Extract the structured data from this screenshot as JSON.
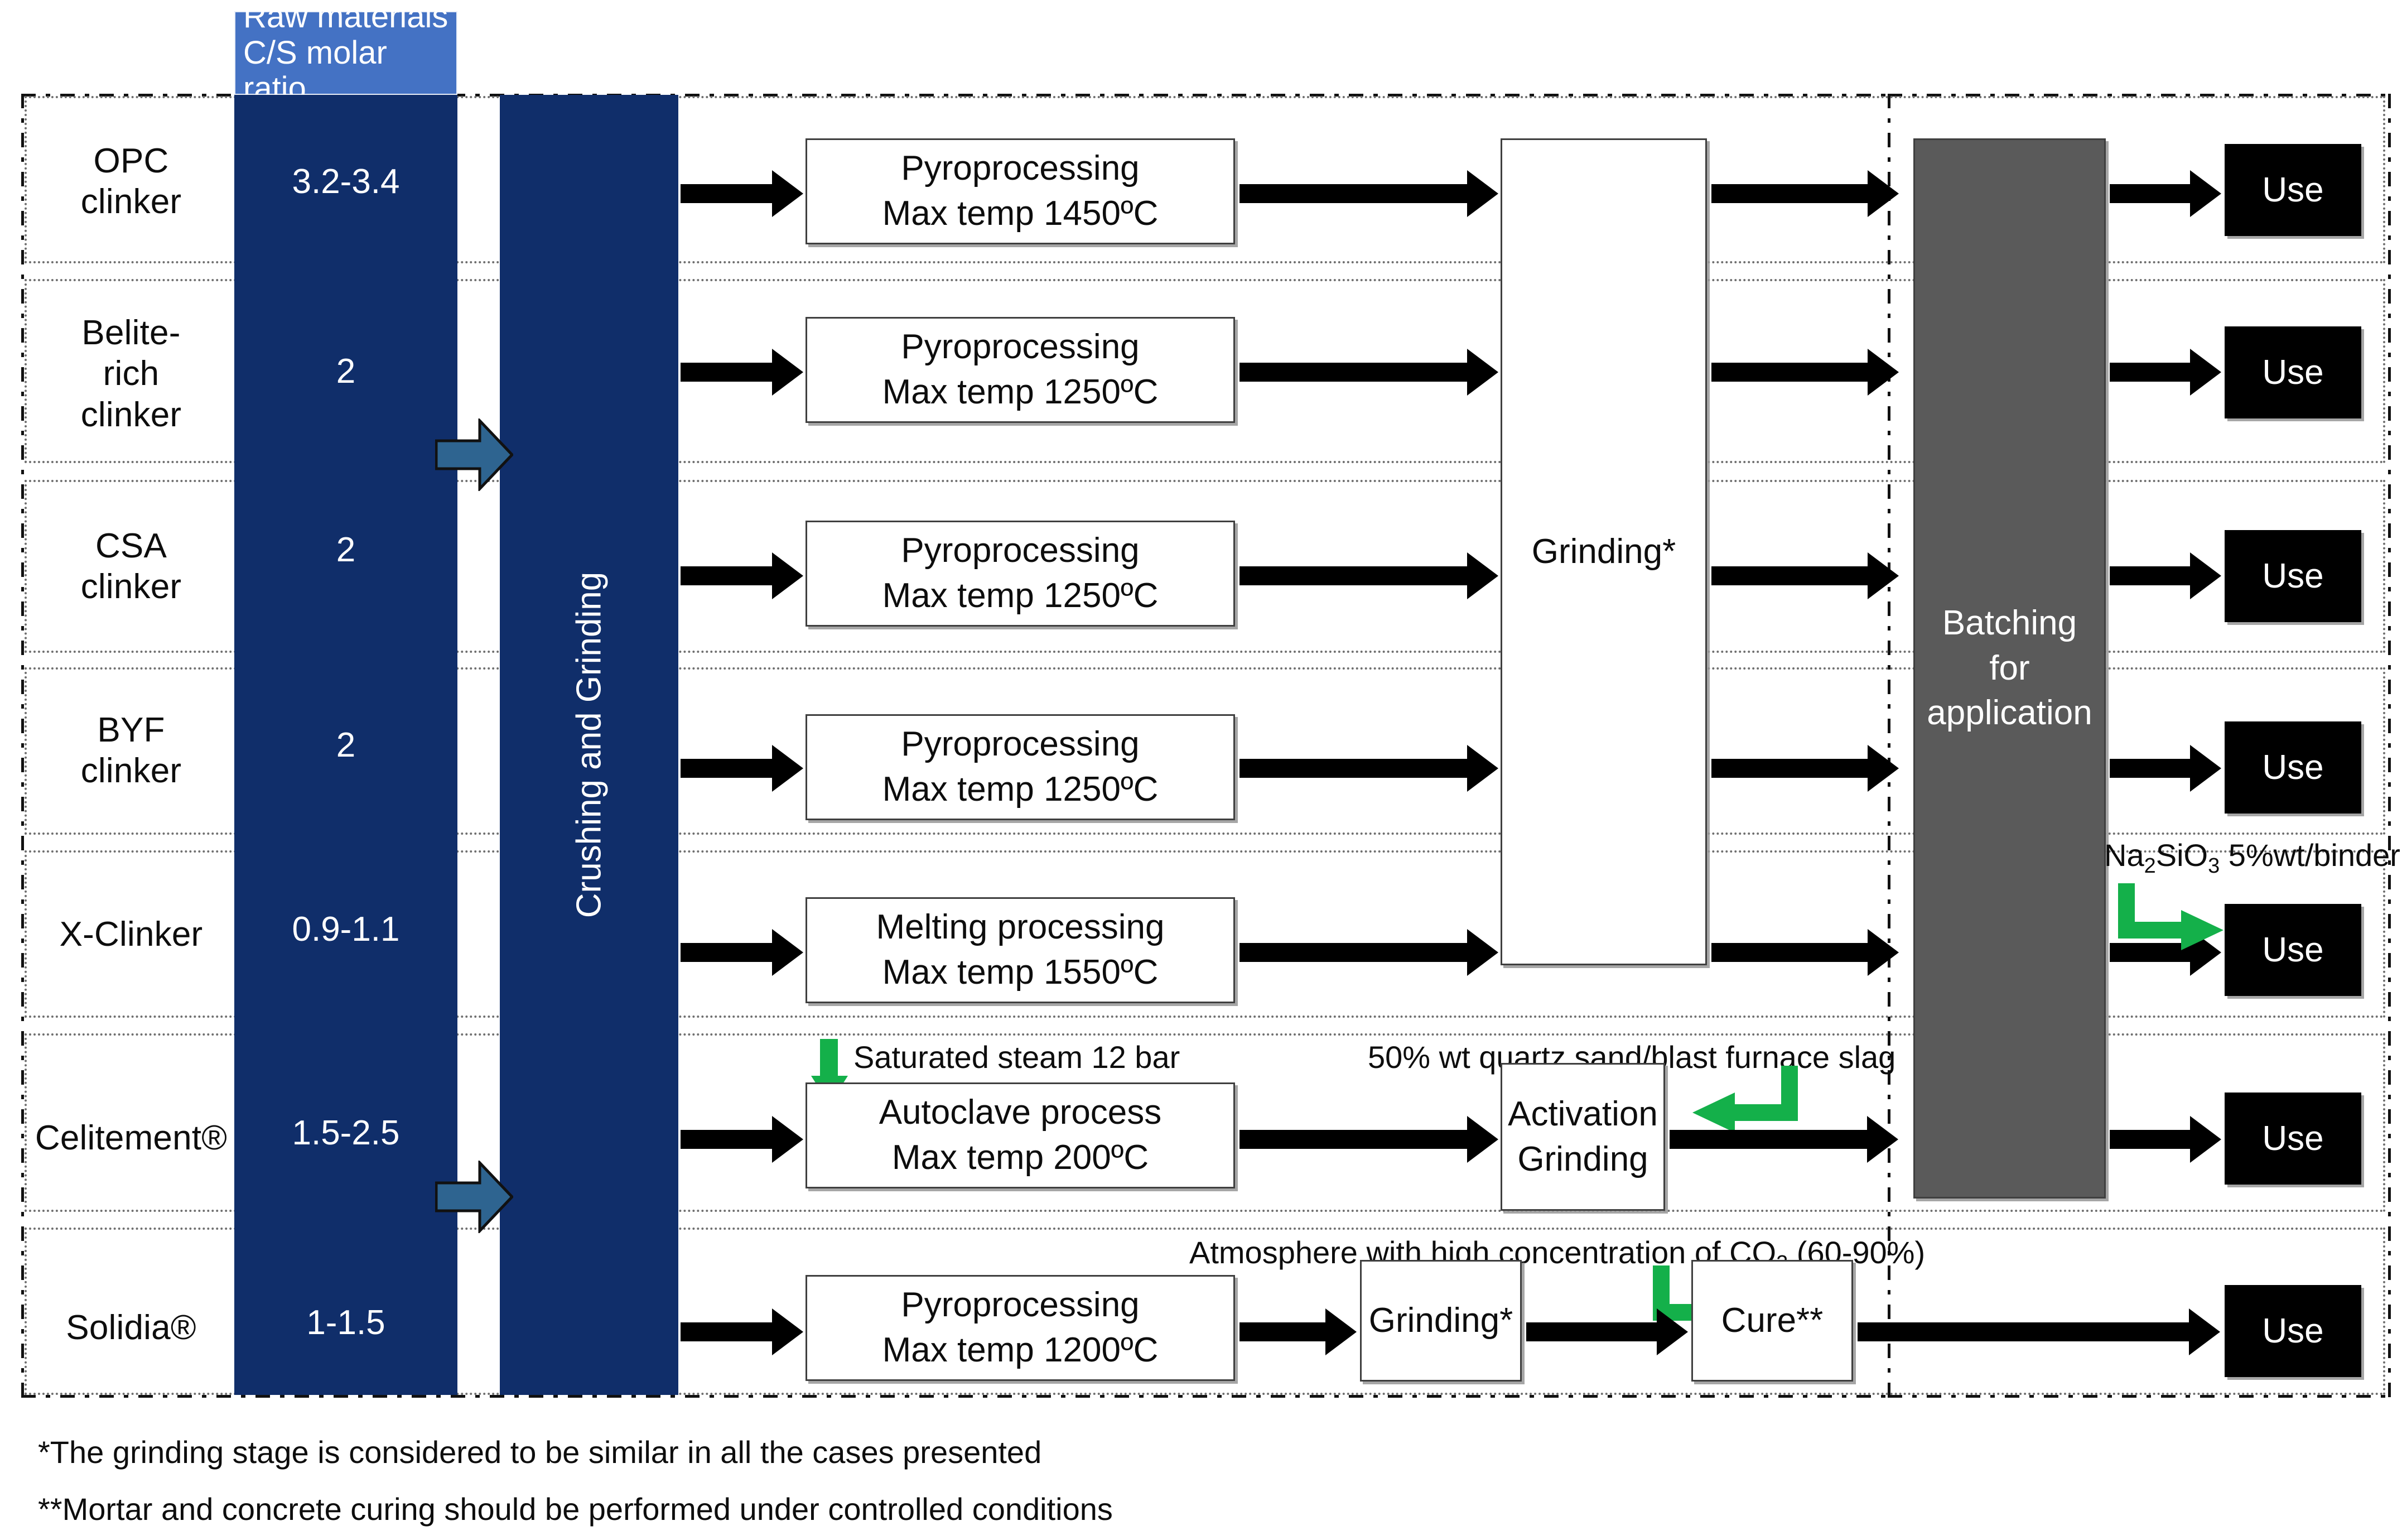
{
  "figure": {
    "title_chip": {
      "line1": "Raw materials",
      "line2": "C/S molar ratio"
    },
    "crushing_column_label": "Crushing and Grinding",
    "shared_grinding_label": "Grinding*",
    "batching_label_line1": "Batching",
    "batching_label_line2": "for",
    "batching_label_line3": "application",
    "use_label": "Use"
  },
  "rows": [
    {
      "name": "OPC clinker",
      "label_line1": "OPC",
      "label_line2": "clinker",
      "ratio": "3.2-3.4",
      "process_line1": "Pyroprocessing",
      "process_line2": "Max temp 1450ºC"
    },
    {
      "name": "Belite-rich clinker",
      "label_line1": "Belite-",
      "label_line2": "rich",
      "label_line3": "clinker",
      "ratio": "2",
      "process_line1": "Pyroprocessing",
      "process_line2": "Max temp 1250ºC"
    },
    {
      "name": "CSA clinker",
      "label_line1": "CSA",
      "label_line2": "clinker",
      "ratio": "2",
      "process_line1": "Pyroprocessing",
      "process_line2": "Max temp 1250ºC"
    },
    {
      "name": "BYF clinker",
      "label_line1": "BYF",
      "label_line2": "clinker",
      "ratio": "2",
      "process_line1": "Pyroprocessing",
      "process_line2": "Max temp 1250ºC"
    },
    {
      "name": "X-Clinker",
      "label_line1": "X-Clinker",
      "ratio": "0.9-1.1",
      "process_line1": "Melting processing",
      "process_line2": "Max temp 1550ºC",
      "use_annotation": "Na2SiO3 5%wt/binder"
    },
    {
      "name": "Celitement®",
      "label_line1": "Celitement®",
      "ratio": "1.5-2.5",
      "process_line1": "Autoclave process",
      "process_line2": "Max temp 200ºC",
      "input_annotation": "Saturated steam 12 bar",
      "stage2_label_line1": "Activation",
      "stage2_label_line2": "Grinding",
      "stage2_annotation": "50% wt  quartz sand/blast furnace slag"
    },
    {
      "name": "Solidia®",
      "label_line1": "Solidia®",
      "ratio": "1-1.5",
      "process_line1": "Pyroprocessing",
      "process_line2": "Max temp 1200ºC",
      "stage2_label_line1": "Grinding*",
      "stage3_label_line1": "Cure**",
      "stage3_annotation": "Atmosphere with high concentration of CO2 (60-90%)"
    }
  ],
  "footnotes": [
    "*The grinding stage is considered to be similar in all the  cases presented",
    "**Mortar and concrete curing should be performed under controlled conditions"
  ],
  "colors": {
    "navy": "#102E6A",
    "header_blue": "#4472C4",
    "steel_blue": "#2E6490",
    "green": "#14B04A",
    "grey_box": "#5a5a5a",
    "black": "#000000"
  }
}
